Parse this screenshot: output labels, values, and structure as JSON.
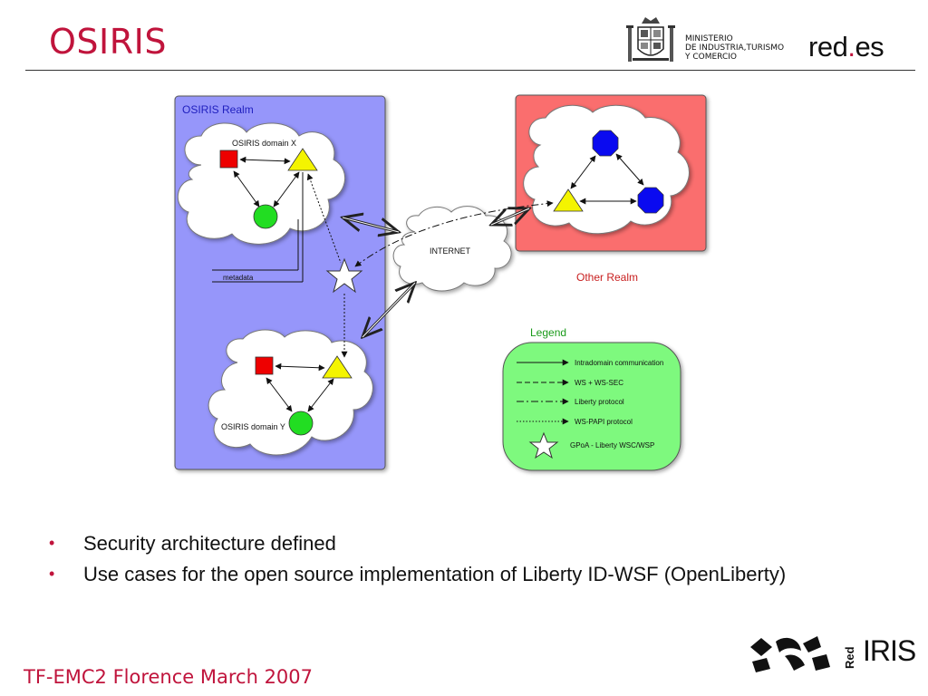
{
  "slide": {
    "title": "OSIRIS",
    "bullets": [
      "Security architecture defined",
      "Use cases for the open source implementation of Liberty ID-WSF (OpenLiberty)"
    ],
    "bullet_glyph": "•",
    "footer": "TF-EMC2 Florence March 2007"
  },
  "logos": {
    "ministry_lines": [
      "MINISTERIO",
      "DE INDUSTRIA,TURISMO",
      "Y COMERCIO"
    ],
    "redes_left": "red",
    "redes_dot": ".",
    "redes_right": "es",
    "rediris_small": "Red",
    "rediris_main": "IRIS"
  },
  "diagram": {
    "osiris_realm": "OSIRIS Realm",
    "domain_x": "OSIRIS domain X",
    "domain_y": "OSIRIS domain Y",
    "metadata": "metadata",
    "internet": "INTERNET",
    "other_realm": "Other Realm",
    "legend": {
      "title": "Legend",
      "items": [
        "Intradomain communication",
        "WS + WS-SEC",
        "Liberty protocol",
        "WS-PAPI protocol",
        "GPoA - Liberty WSC/WSP"
      ]
    }
  },
  "colors": {
    "accent_red": "#c0143c",
    "realm_blue": "#9696fa",
    "other_realm": "#fa6e6e",
    "legend_green": "#7ef97e",
    "node_red": "#ee0000",
    "node_green": "#22dd22",
    "node_yellow": "#f4f400",
    "node_blue": "#0a0af0"
  }
}
